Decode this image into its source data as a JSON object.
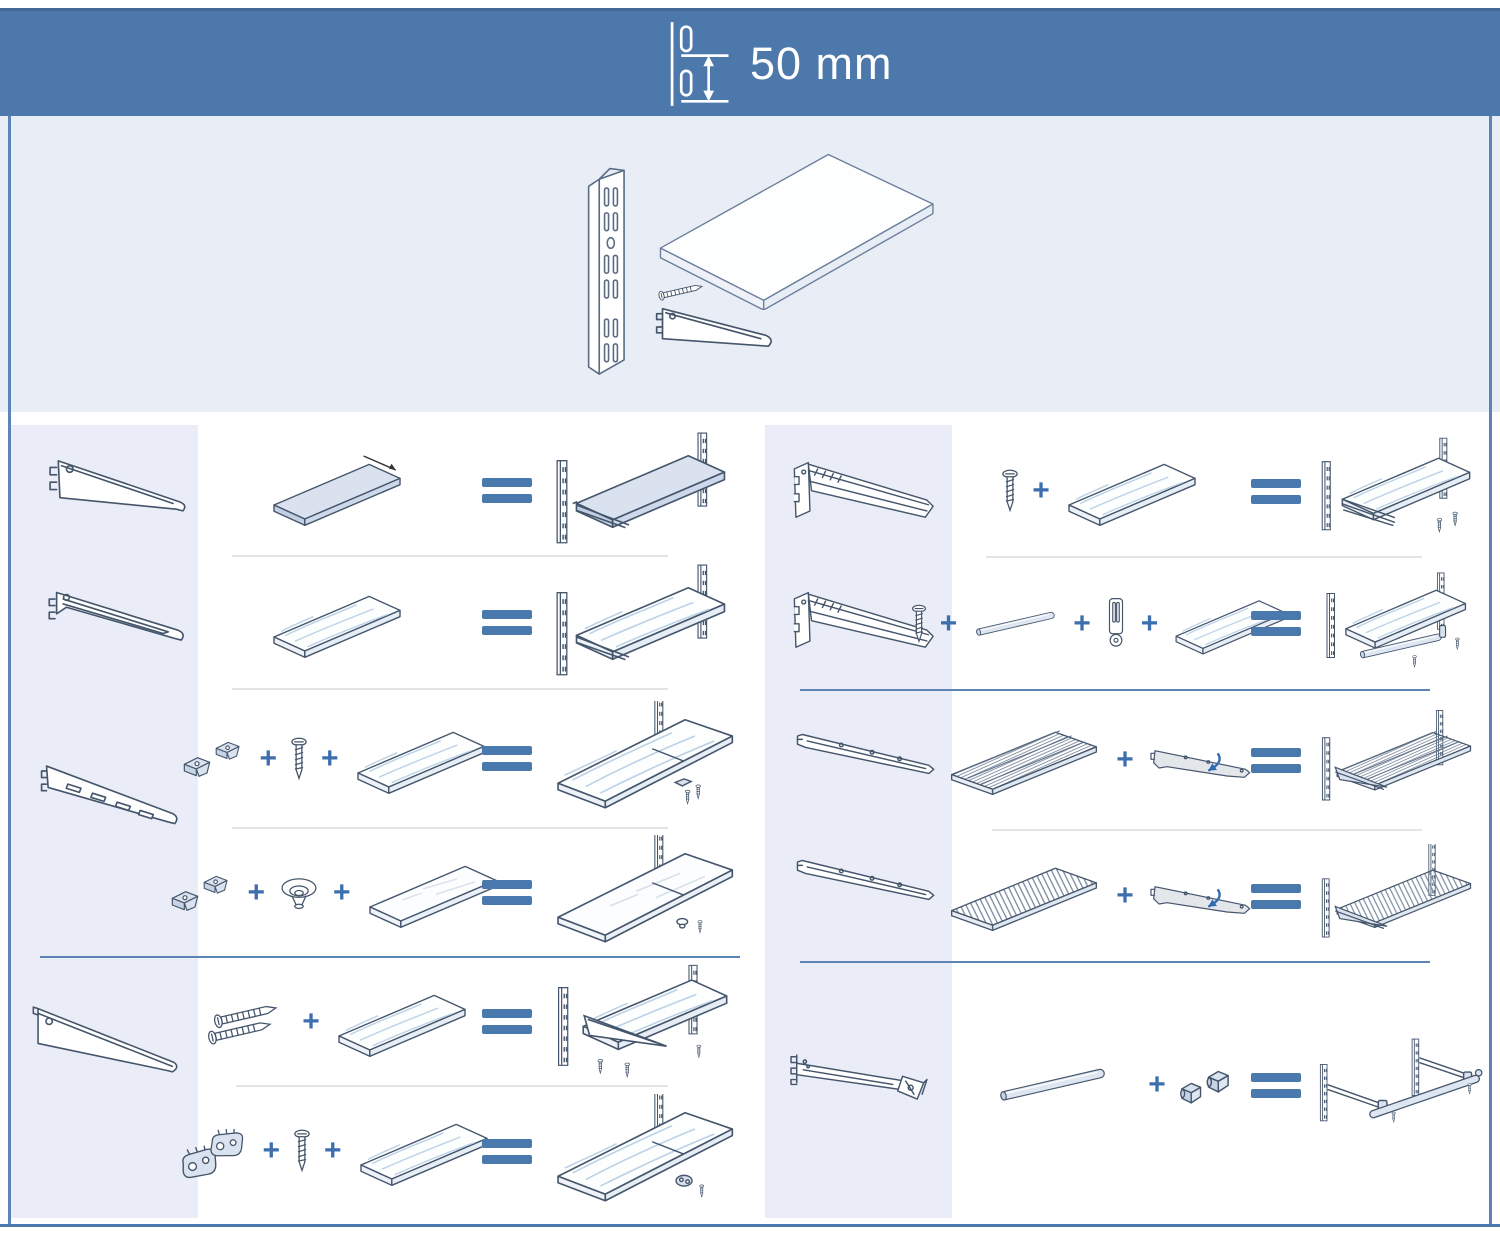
{
  "header": {
    "measurement_label": "50 mm",
    "icon": "slot-spacing-gauge"
  },
  "hero": {
    "parts": [
      "wall-upright",
      "shelf-board",
      "mounting-screw",
      "shelf-bracket"
    ]
  },
  "symbols": {
    "plus": "+",
    "equals": "="
  },
  "colors": {
    "banner_blue": "#4d78ab",
    "banner_edge": "#44689a",
    "hero_background": "#e9edf6",
    "sidebar_background": "#eaedf7",
    "line_art": "#45566c",
    "equals_blue": "#4a79ae",
    "plus_blue": "#3d6fae",
    "divider_gray": "#e4e4e4",
    "divider_blue": "#5b84b5",
    "component_fill": "#d9e2ee",
    "wood_grain": "#bdd2e7",
    "motion_arrow_blue": "#2f6cb0"
  },
  "left_panel": {
    "sidebar_brackets": [
      "single-shelf-bracket",
      "folded-lip-bracket",
      "slotted-shelf-bracket",
      "wide-support-bracket"
    ],
    "rows": [
      {
        "parts": [
          "metal-shelf"
        ],
        "result": "metal-shelf-on-brackets"
      },
      {
        "parts": [
          "wood-shelf"
        ],
        "result": "wood-shelf-on-brackets"
      },
      {
        "parts": [
          "shelf-clips",
          "screw",
          "wood-shelf"
        ],
        "result": "continuous-wood-shelf-joint"
      },
      {
        "parts": [
          "shelf-clips",
          "rubber-pad",
          "glass-shelf"
        ],
        "result": "continuous-glass-shelf-joint"
      },
      {
        "parts": [
          "wood-screws",
          "wood-shelf"
        ],
        "result": "wood-shelf-on-wide-bracket"
      },
      {
        "parts": [
          "connector-plates",
          "screw",
          "wood-shelf"
        ],
        "result": "continuous-shelf-plate-joint"
      }
    ]
  },
  "right_panel": {
    "sidebar_brackets": [
      "heavy-duty-bracket",
      "heavy-duty-bracket-long",
      "wire-shelf-bracket",
      "wire-shelf-bracket-long",
      "rod-holder-bracket"
    ],
    "rows": [
      {
        "parts": [
          "screw",
          "wood-shelf"
        ],
        "result": "wood-shelf-on-heavy-duty-brackets"
      },
      {
        "parts": [
          "screw",
          "hang-rod",
          "rod-holder",
          "wood-shelf"
        ],
        "result": "wood-shelf-with-hang-rod"
      },
      {
        "parts": [
          "wire-shelf",
          "snap-bracket"
        ],
        "result": "wire-shelf-mounted"
      },
      {
        "parts": [
          "ventilated-shelf",
          "snap-bracket"
        ],
        "result": "ventilated-shelf-mounted"
      },
      {
        "parts": [
          "hang-rail",
          "rail-end-caps"
        ],
        "result": "hang-rail-mounted"
      }
    ]
  }
}
